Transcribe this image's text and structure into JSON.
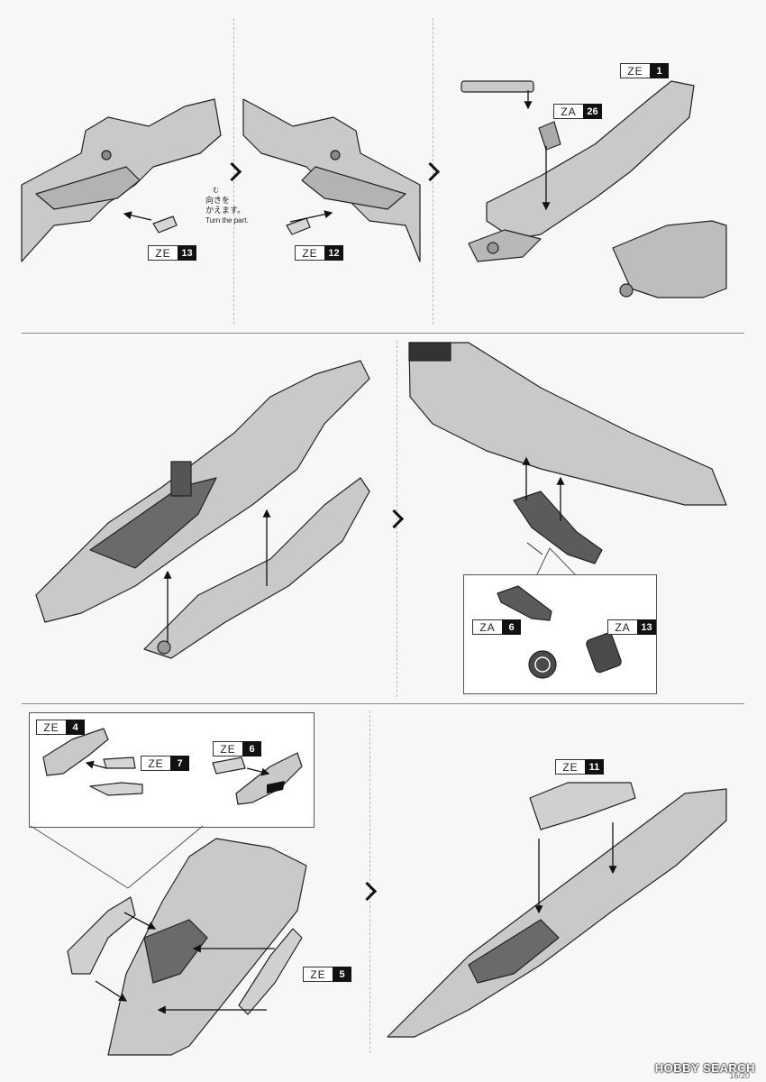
{
  "tags": {
    "ze13": {
      "prefix": "ZE",
      "num": "13"
    },
    "ze12": {
      "prefix": "ZE",
      "num": "12"
    },
    "ze1": {
      "prefix": "ZE",
      "num": "1"
    },
    "za26": {
      "prefix": "ZA",
      "num": "26"
    },
    "za6": {
      "prefix": "ZA",
      "num": "6"
    },
    "za13": {
      "prefix": "ZA",
      "num": "13"
    },
    "ze4": {
      "prefix": "ZE",
      "num": "4"
    },
    "ze7": {
      "prefix": "ZE",
      "num": "7"
    },
    "ze6": {
      "prefix": "ZE",
      "num": "6"
    },
    "ze5": {
      "prefix": "ZE",
      "num": "5"
    },
    "ze11": {
      "prefix": "ZE",
      "num": "11"
    }
  },
  "turn_note": {
    "ja_ruby": "む",
    "ja_line1": "向きを",
    "ja_line2": "かえます。",
    "en": "Turn the part."
  },
  "watermark": "HOBBY SEARCH",
  "page_number": "16/20",
  "colors": {
    "part_fill": "#c9c9c9",
    "part_dark": "#5a5a5a",
    "line": "#222222"
  }
}
